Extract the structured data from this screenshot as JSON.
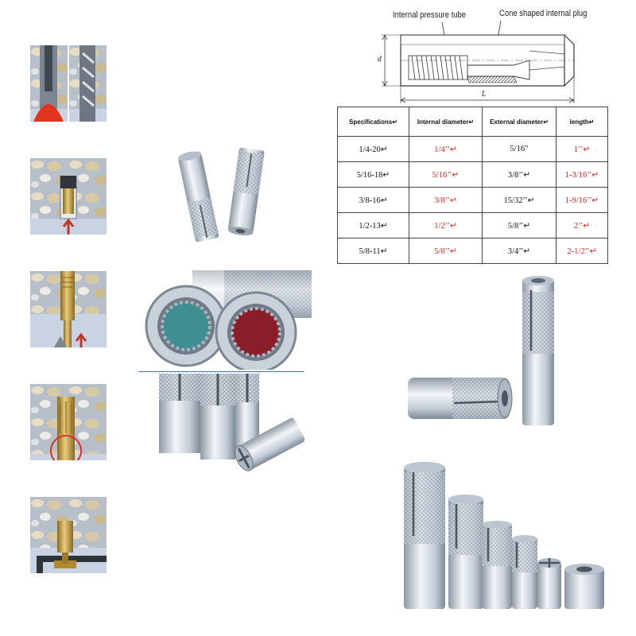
{
  "diagram": {
    "label_tube": "Internal pressure tube",
    "label_plug": "Cone shaped internal plug",
    "dim_d": "d",
    "dim_l": "L"
  },
  "table": {
    "headers": [
      "Specifications↵",
      "Internal diameter↵",
      "External diameter↵",
      "length↵"
    ],
    "rows": [
      [
        "1/4-20↵",
        "1/4’’↵",
        "5/16\"",
        "1’’↵"
      ],
      [
        "5/16-18↵",
        "5/16’’↵",
        "3/8’’↵",
        "1-3/16’’↵"
      ],
      [
        "3/8-16↵",
        "3/8’’↵",
        "15/32’’↵",
        "1-9/16’’↵"
      ],
      [
        "1/2-13↵",
        "1/2’’↵",
        "5/8’’↵",
        "2’’↵"
      ],
      [
        "5/8-11↵",
        "5/8’’↵",
        "3/4’’↵",
        "2-1/2’’↵"
      ]
    ],
    "highlight_color": "#e0201b"
  },
  "installation_steps": [
    {
      "depicts": "drill-hole-icon"
    },
    {
      "depicts": "insert-anchor-icon"
    },
    {
      "depicts": "set-plug-icon"
    },
    {
      "depicts": "expanded-anchor-icon"
    },
    {
      "depicts": "fasten-bolt-icon"
    }
  ],
  "colors": {
    "zinc": "#c7d1db",
    "brass": "#c9a24a",
    "arrow": "#c0392b",
    "wall": "#c9d3e4"
  }
}
